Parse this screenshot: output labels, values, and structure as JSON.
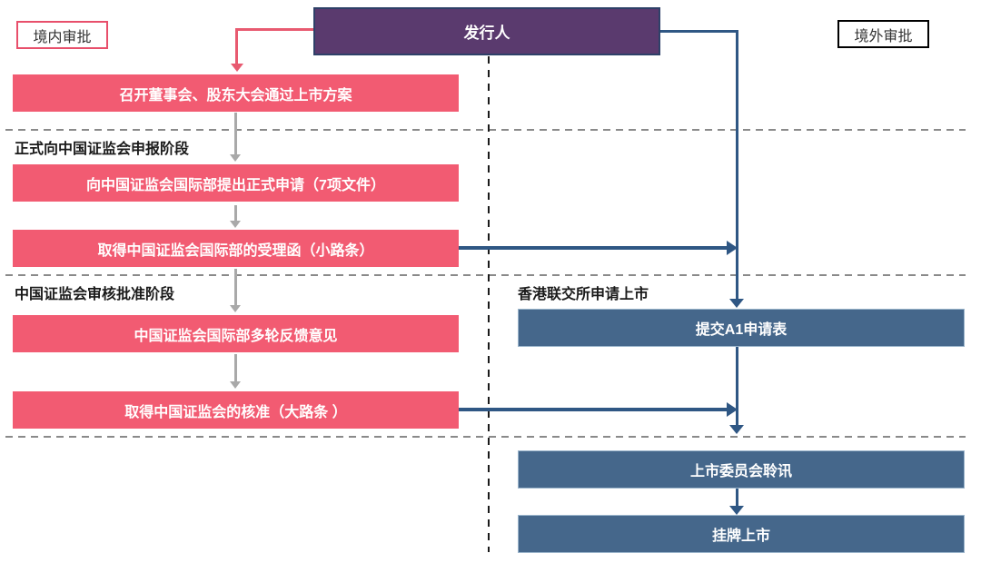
{
  "colors": {
    "pink": "#F25B72",
    "pink_border": "#E84F6B",
    "purple": "#5A3A6E",
    "purple_border": "#2E4068",
    "blue_box": "#45678B",
    "blue_arrow": "#2F5784",
    "red_arrow": "#E85A70",
    "gray_arrow": "#A9A9A9",
    "dash_gray": "#8A8A8A",
    "dash_black": "#1A1A1A"
  },
  "header": {
    "domestic_label": "境内审批",
    "overseas_label": "境外审批",
    "issuer_label": "发行人"
  },
  "left_flow": {
    "step1": "召开董事会、股东大会通过上市方案",
    "stage1_title": "正式向中国证监会申报阶段",
    "step2": "向中国证监会国际部提出正式申请（7项文件）",
    "step3": "取得中国证监会国际部的受理函（小路条）",
    "stage2_title": "中国证监会审核批准阶段",
    "step4": "中国证监会国际部多轮反馈意见",
    "step5": "取得中国证监会的核准（大路条 ）"
  },
  "right_flow": {
    "stage_title": "香港联交所申请上市",
    "step1": "提交A1申请表",
    "step2": "上市委员会聆讯",
    "step3": "挂牌上市"
  }
}
